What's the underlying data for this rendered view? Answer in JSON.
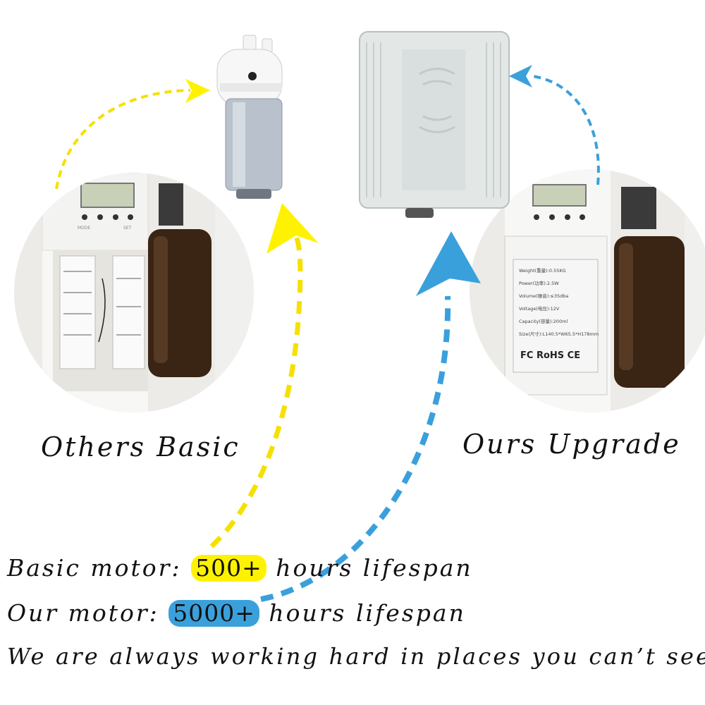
{
  "captions": {
    "left": "Others Basic",
    "right": "Ours Upgrade"
  },
  "lines": {
    "basic_prefix": "Basic motor:",
    "basic_value": "500+",
    "basic_suffix": "hours lifespan",
    "ours_prefix": "Our motor:",
    "ours_value": "5000+",
    "ours_suffix": "hours lifespan",
    "tagline": "We are always working hard in places you can’t see!"
  },
  "device_buttons": {
    "mode": "MODE",
    "set": "SET"
  },
  "spec_label": {
    "weight": "Weight(重量):0.55KG",
    "power": "Power(功率):2.5W",
    "volume": "Volume(噪音):≤35dba",
    "voltage": "Voltage(电压):12V",
    "capacity": "Capacity(容量):200ml",
    "size": "Size(尺寸):L140.5*W65.5*H178mm",
    "cert": "FC RoHS CE"
  },
  "colors": {
    "yellow": "#fff200",
    "blue": "#3aa0dc"
  }
}
